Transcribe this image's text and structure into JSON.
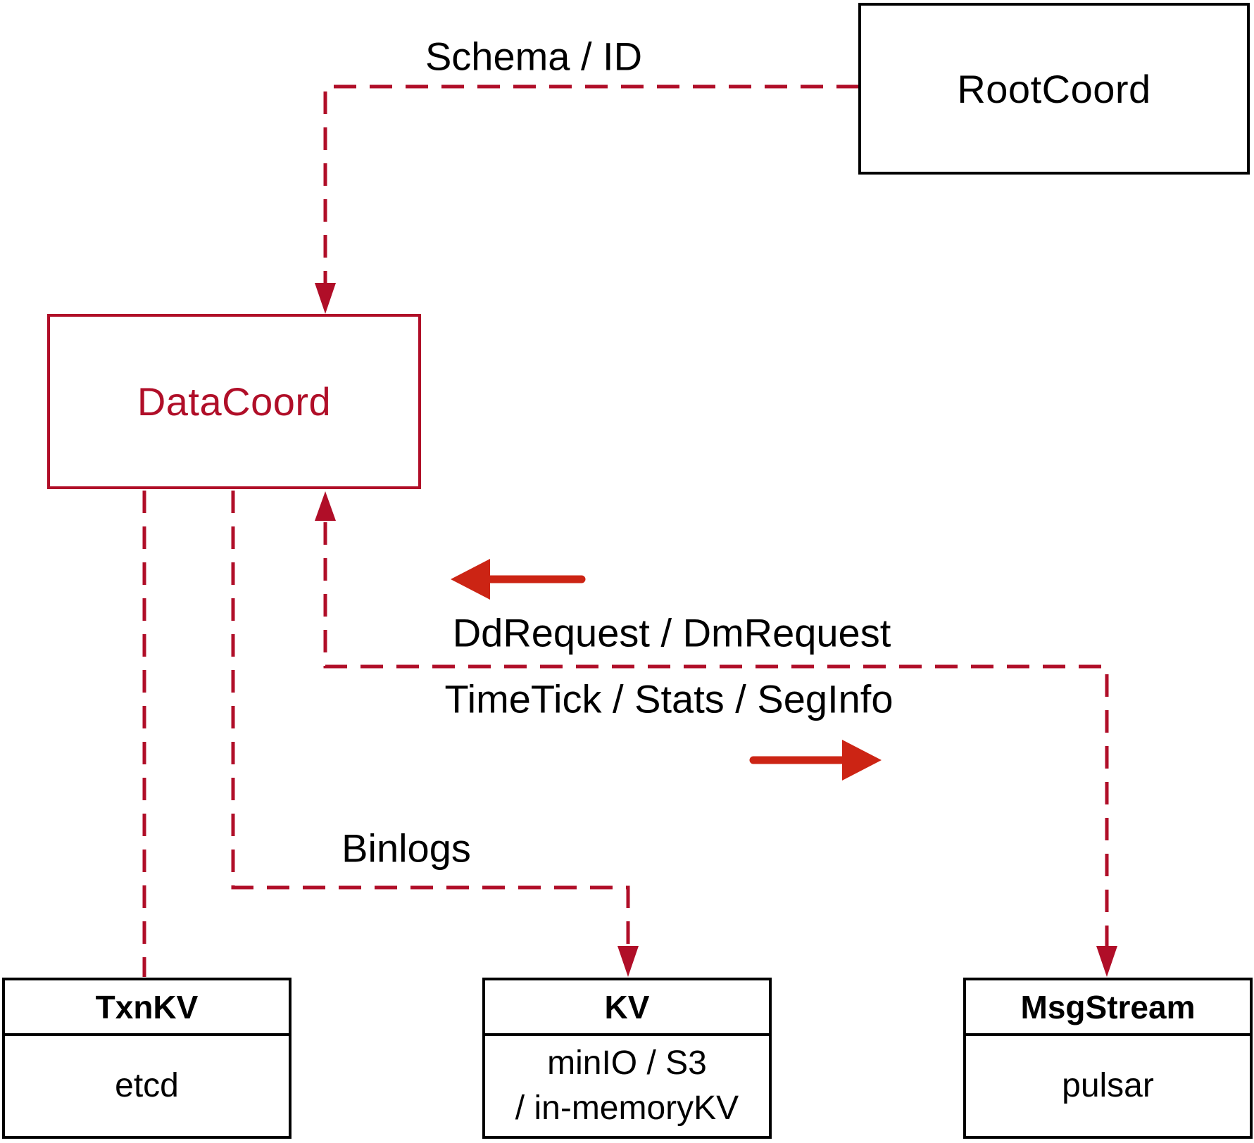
{
  "nodes": {
    "rootcoord": {
      "label": "RootCoord"
    },
    "datacoord": {
      "label": "DataCoord"
    },
    "txnkv": {
      "title": "TxnKV",
      "body": "etcd"
    },
    "kv": {
      "title": "KV",
      "body_line1": "minIO / S3",
      "body_line2": "/ in-memoryKV"
    },
    "msgstream": {
      "title": "MsgStream",
      "body": "pulsar"
    }
  },
  "edges": {
    "schema_id": {
      "label": "Schema / ID"
    },
    "ddrequest": {
      "label": "DdRequest / DmRequest"
    },
    "timetick": {
      "label": "TimeTick / Stats / SegInfo"
    },
    "binlogs": {
      "label": "Binlogs"
    }
  },
  "colors": {
    "connector_red": "#b00e28",
    "solid_arrow_red": "#cc2414",
    "box_border_black": "#000000",
    "label_black": "#000000",
    "background": "#ffffff"
  }
}
